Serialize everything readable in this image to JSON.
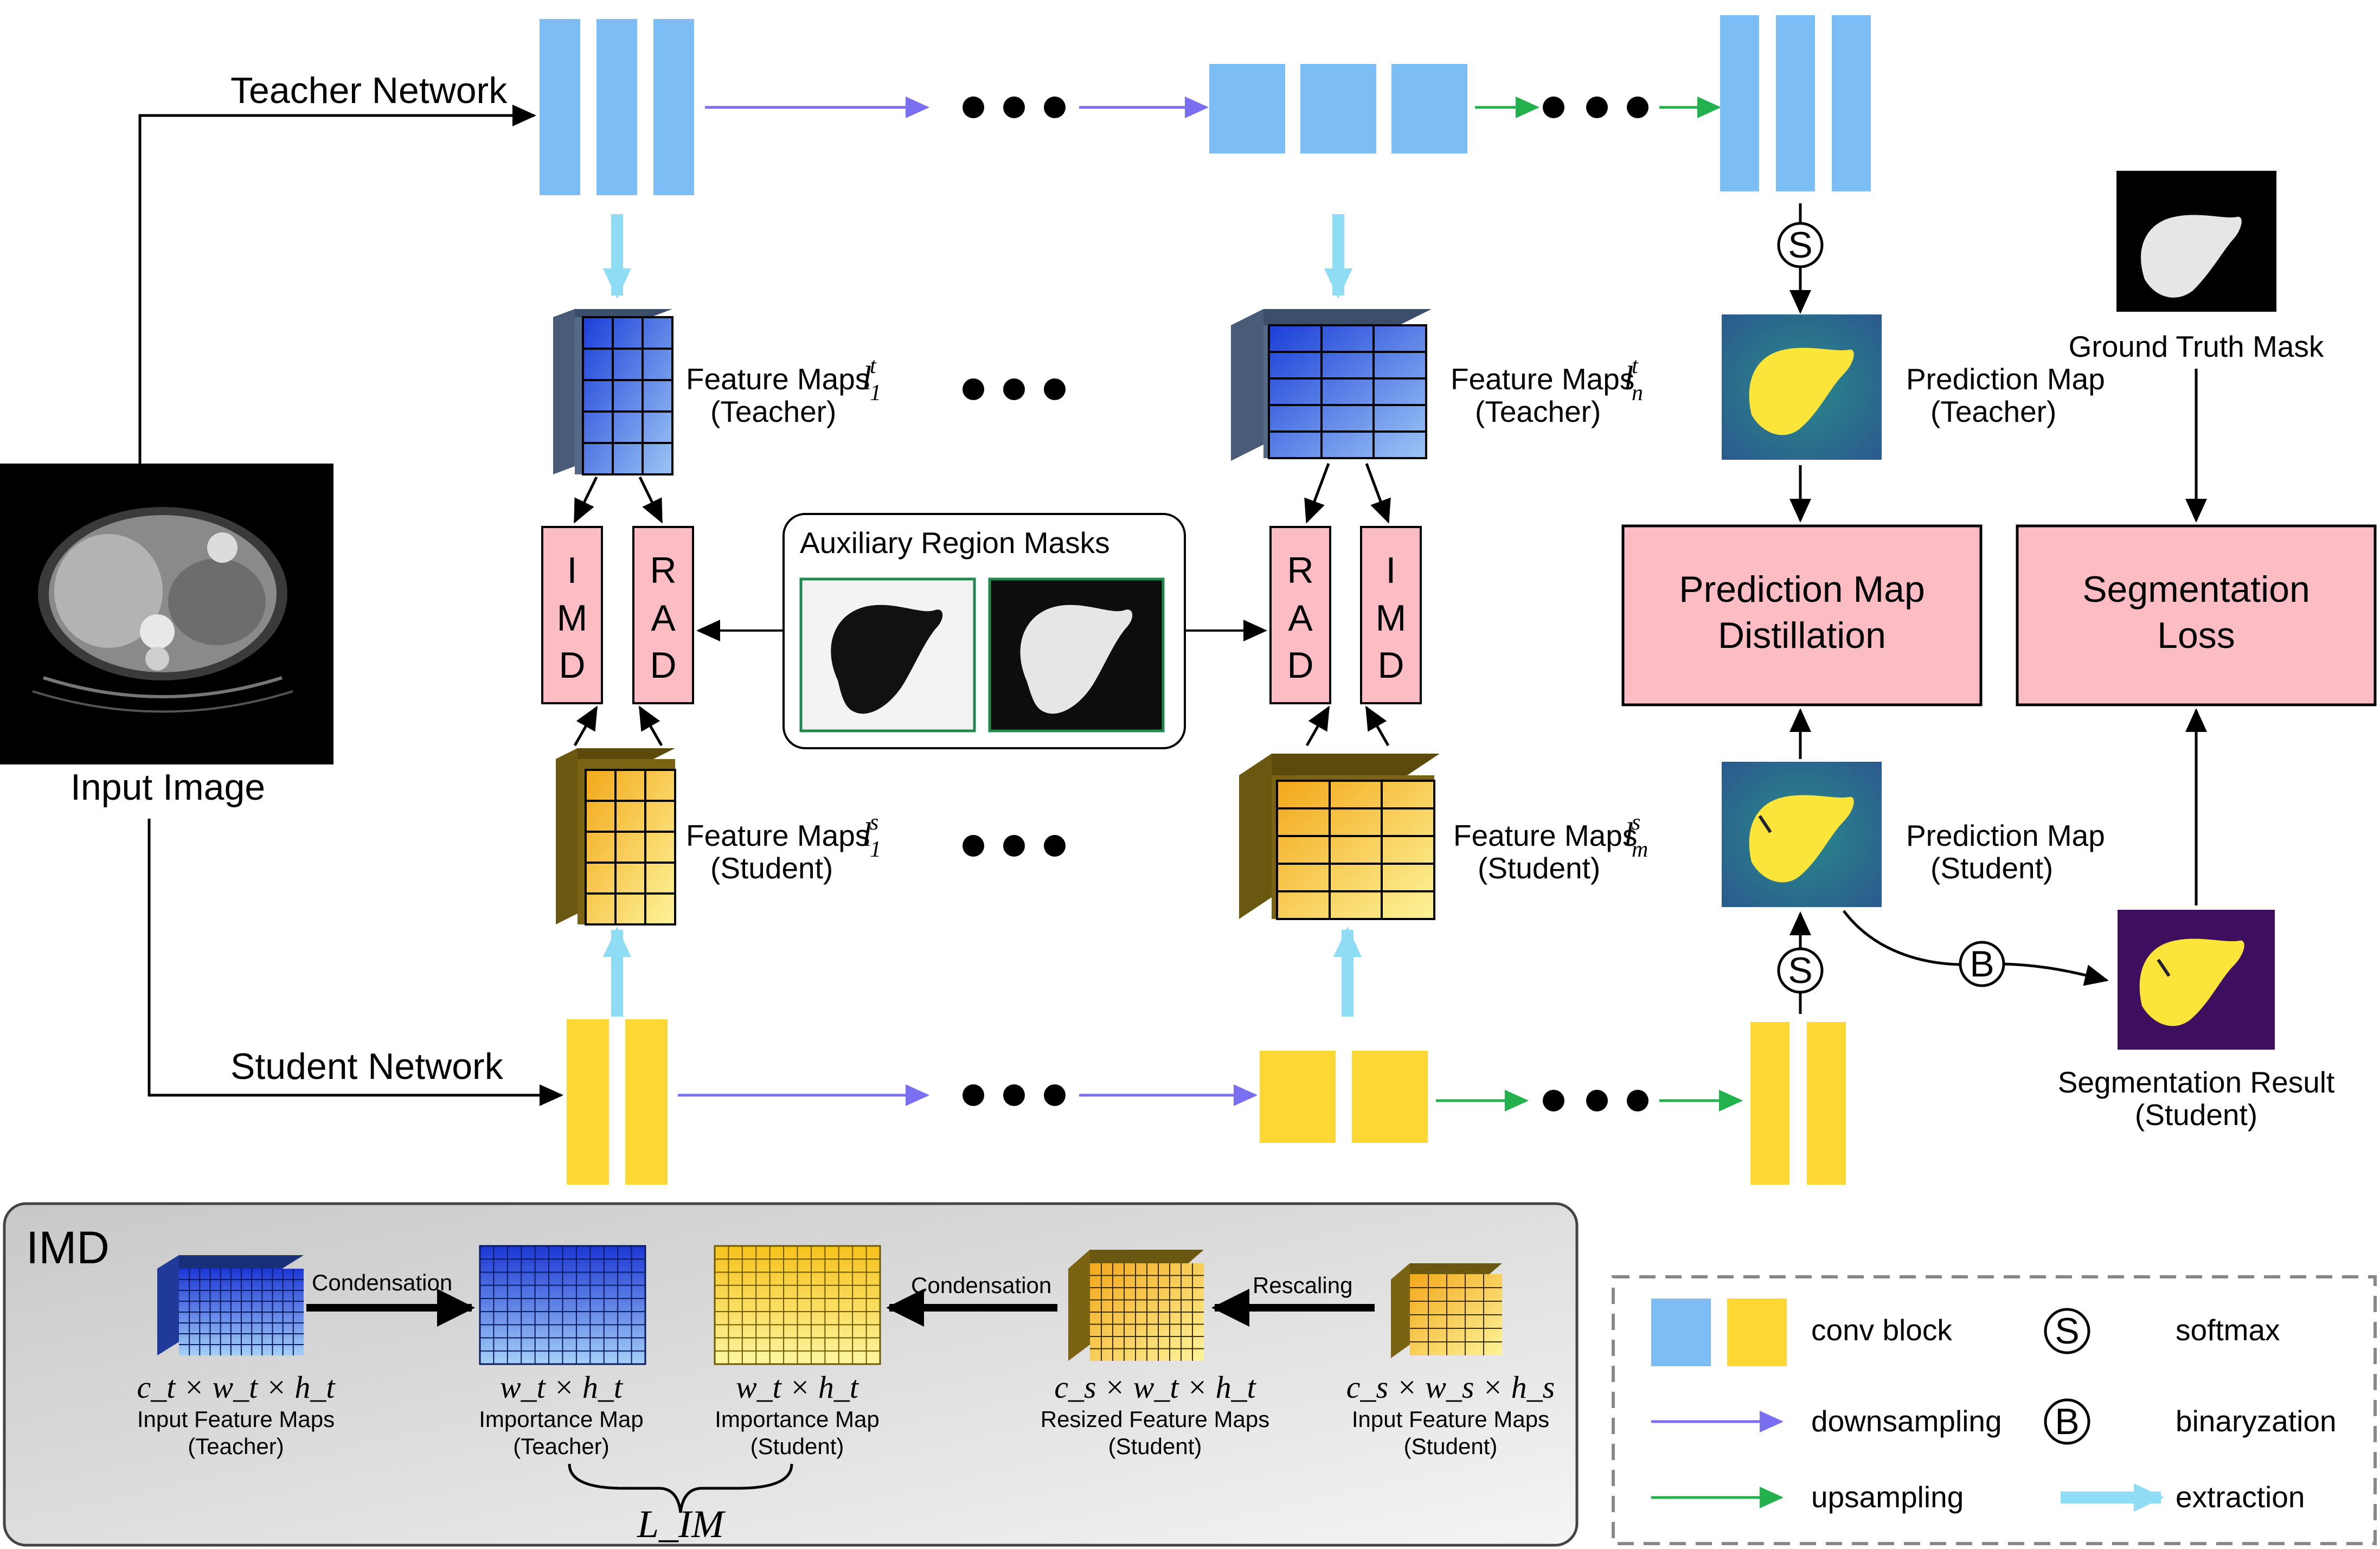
{
  "labels": {
    "teacher_network": "Teacher Network",
    "student_network": "Student Network",
    "input_image": "Input Image",
    "aux_masks": "Auxiliary Region Masks",
    "ground_truth": "Ground Truth Mask",
    "pred_teacher": [
      "Prediction Map",
      "(Teacher)"
    ],
    "pred_student": [
      "Prediction Map",
      "(Student)"
    ],
    "seg_result": [
      "Segmentation Result",
      "(Student)"
    ],
    "fm_t1": [
      "Feature Maps",
      "(Teacher)"
    ],
    "fm_tn": [
      "Feature Maps",
      "(Teacher)"
    ],
    "fm_s1": [
      "Feature Maps",
      "(Student)"
    ],
    "fm_sm": [
      "Feature Maps",
      "(Student)"
    ],
    "fm_sym": {
      "t1": [
        "l",
        "1",
        "t"
      ],
      "tn": [
        "l",
        "n",
        "t"
      ],
      "s1": [
        "l",
        "1",
        "s"
      ],
      "sm": [
        "l",
        "m",
        "s"
      ]
    },
    "pmd": [
      "Prediction Map",
      "Distillation"
    ],
    "seg_loss": [
      "Segmentation",
      "Loss"
    ],
    "imd_letters": [
      "I",
      "M",
      "D"
    ],
    "rad_letters": [
      "R",
      "A",
      "D"
    ],
    "s_symbol": "S",
    "b_symbol": "B"
  },
  "imd_box": {
    "title": "IMD",
    "condensation1": "Condensation",
    "condensation2": "Condensation",
    "rescaling": "Rescaling",
    "items": [
      {
        "formula": "c_t × w_t × h_t",
        "lines": [
          "Input Feature Maps",
          "(Teacher)"
        ]
      },
      {
        "formula": "w_t × h_t",
        "lines": [
          "Importance Map",
          "(Teacher)"
        ]
      },
      {
        "formula": "w_t × h_t",
        "lines": [
          "Importance Map",
          "(Student)"
        ]
      },
      {
        "formula": "c_s × w_t × h_t",
        "lines": [
          "Resized Feature Maps",
          "(Student)"
        ]
      },
      {
        "formula": "c_s × w_s × h_s",
        "lines": [
          "Input Feature Maps",
          "(Student)"
        ]
      }
    ],
    "loss": "L_IM"
  },
  "legend": {
    "conv_block": "conv block",
    "downsampling": "downsampling",
    "upsampling": "upsampling",
    "softmax": "softmax",
    "binarization": "binaryzation",
    "extraction": "extraction",
    "s_symbol": "S",
    "b_symbol": "B"
  },
  "colors": {
    "teacher_blue": "#7cbdf5",
    "student_yellow": "#fdd835",
    "pink_box": "#fbbcc4",
    "down_arrow": "#7a6ff0",
    "up_arrow": "#22b14c",
    "extract_arrow": "#8fdcf5"
  }
}
